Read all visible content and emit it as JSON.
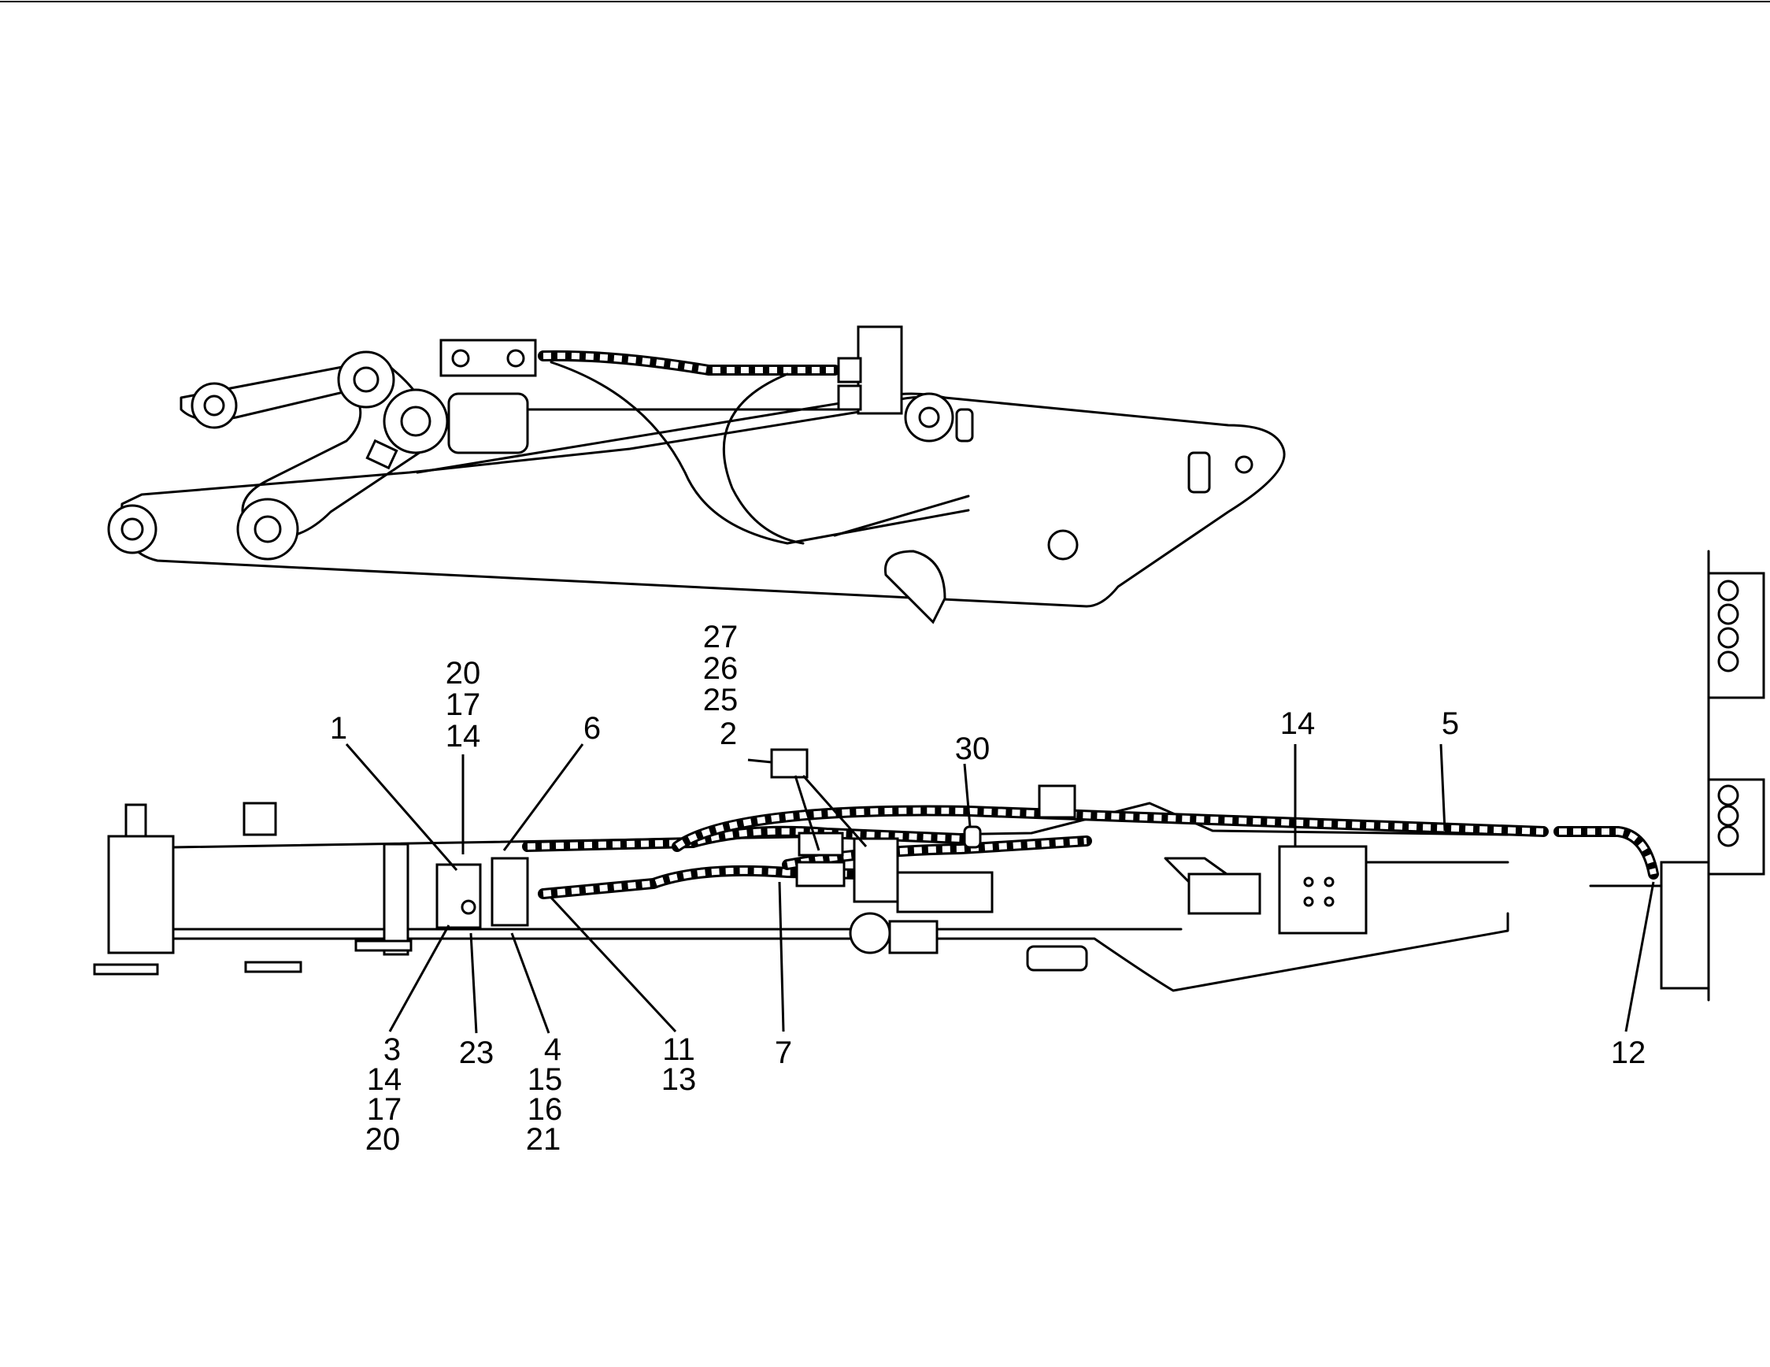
{
  "title": "",
  "callouts": {
    "top_group_14_17_20": [
      "20",
      "17",
      "14"
    ],
    "c1": "1",
    "c6": "6",
    "group_25_26_27": [
      "27",
      "26",
      "25"
    ],
    "c2": "2",
    "c30": "30",
    "c14_right": "14",
    "c5": "5",
    "group_3": [
      "3",
      "14",
      "17",
      "20"
    ],
    "c23": "23",
    "group_4": [
      "4",
      "15",
      "16",
      "21"
    ],
    "group_11": [
      "11",
      "13"
    ],
    "c7": "7",
    "c12": "12"
  },
  "colors": {
    "ink": "#000000",
    "paper": "#ffffff"
  }
}
